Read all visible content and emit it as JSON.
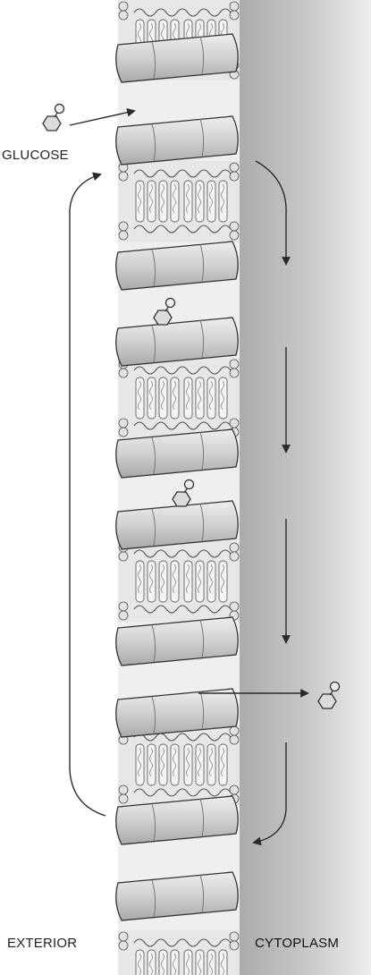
{
  "labels": {
    "glucose": "GLUCOSE",
    "exterior": "EXTERIOR",
    "cytoplasm": "CYTOPLASM"
  },
  "colors": {
    "background": "#ffffff",
    "cytoplasm_shade": "#a9a9a9",
    "protein_fill": "#d6d6d6",
    "lipid_head": "#e2e2e2",
    "lipid_tail": "#f3f3f3",
    "line": "#2a2a2a"
  },
  "icons": [
    "glucose-molecule-icon",
    "transporter-protein-icon",
    "lipid-bilayer-icon"
  ]
}
